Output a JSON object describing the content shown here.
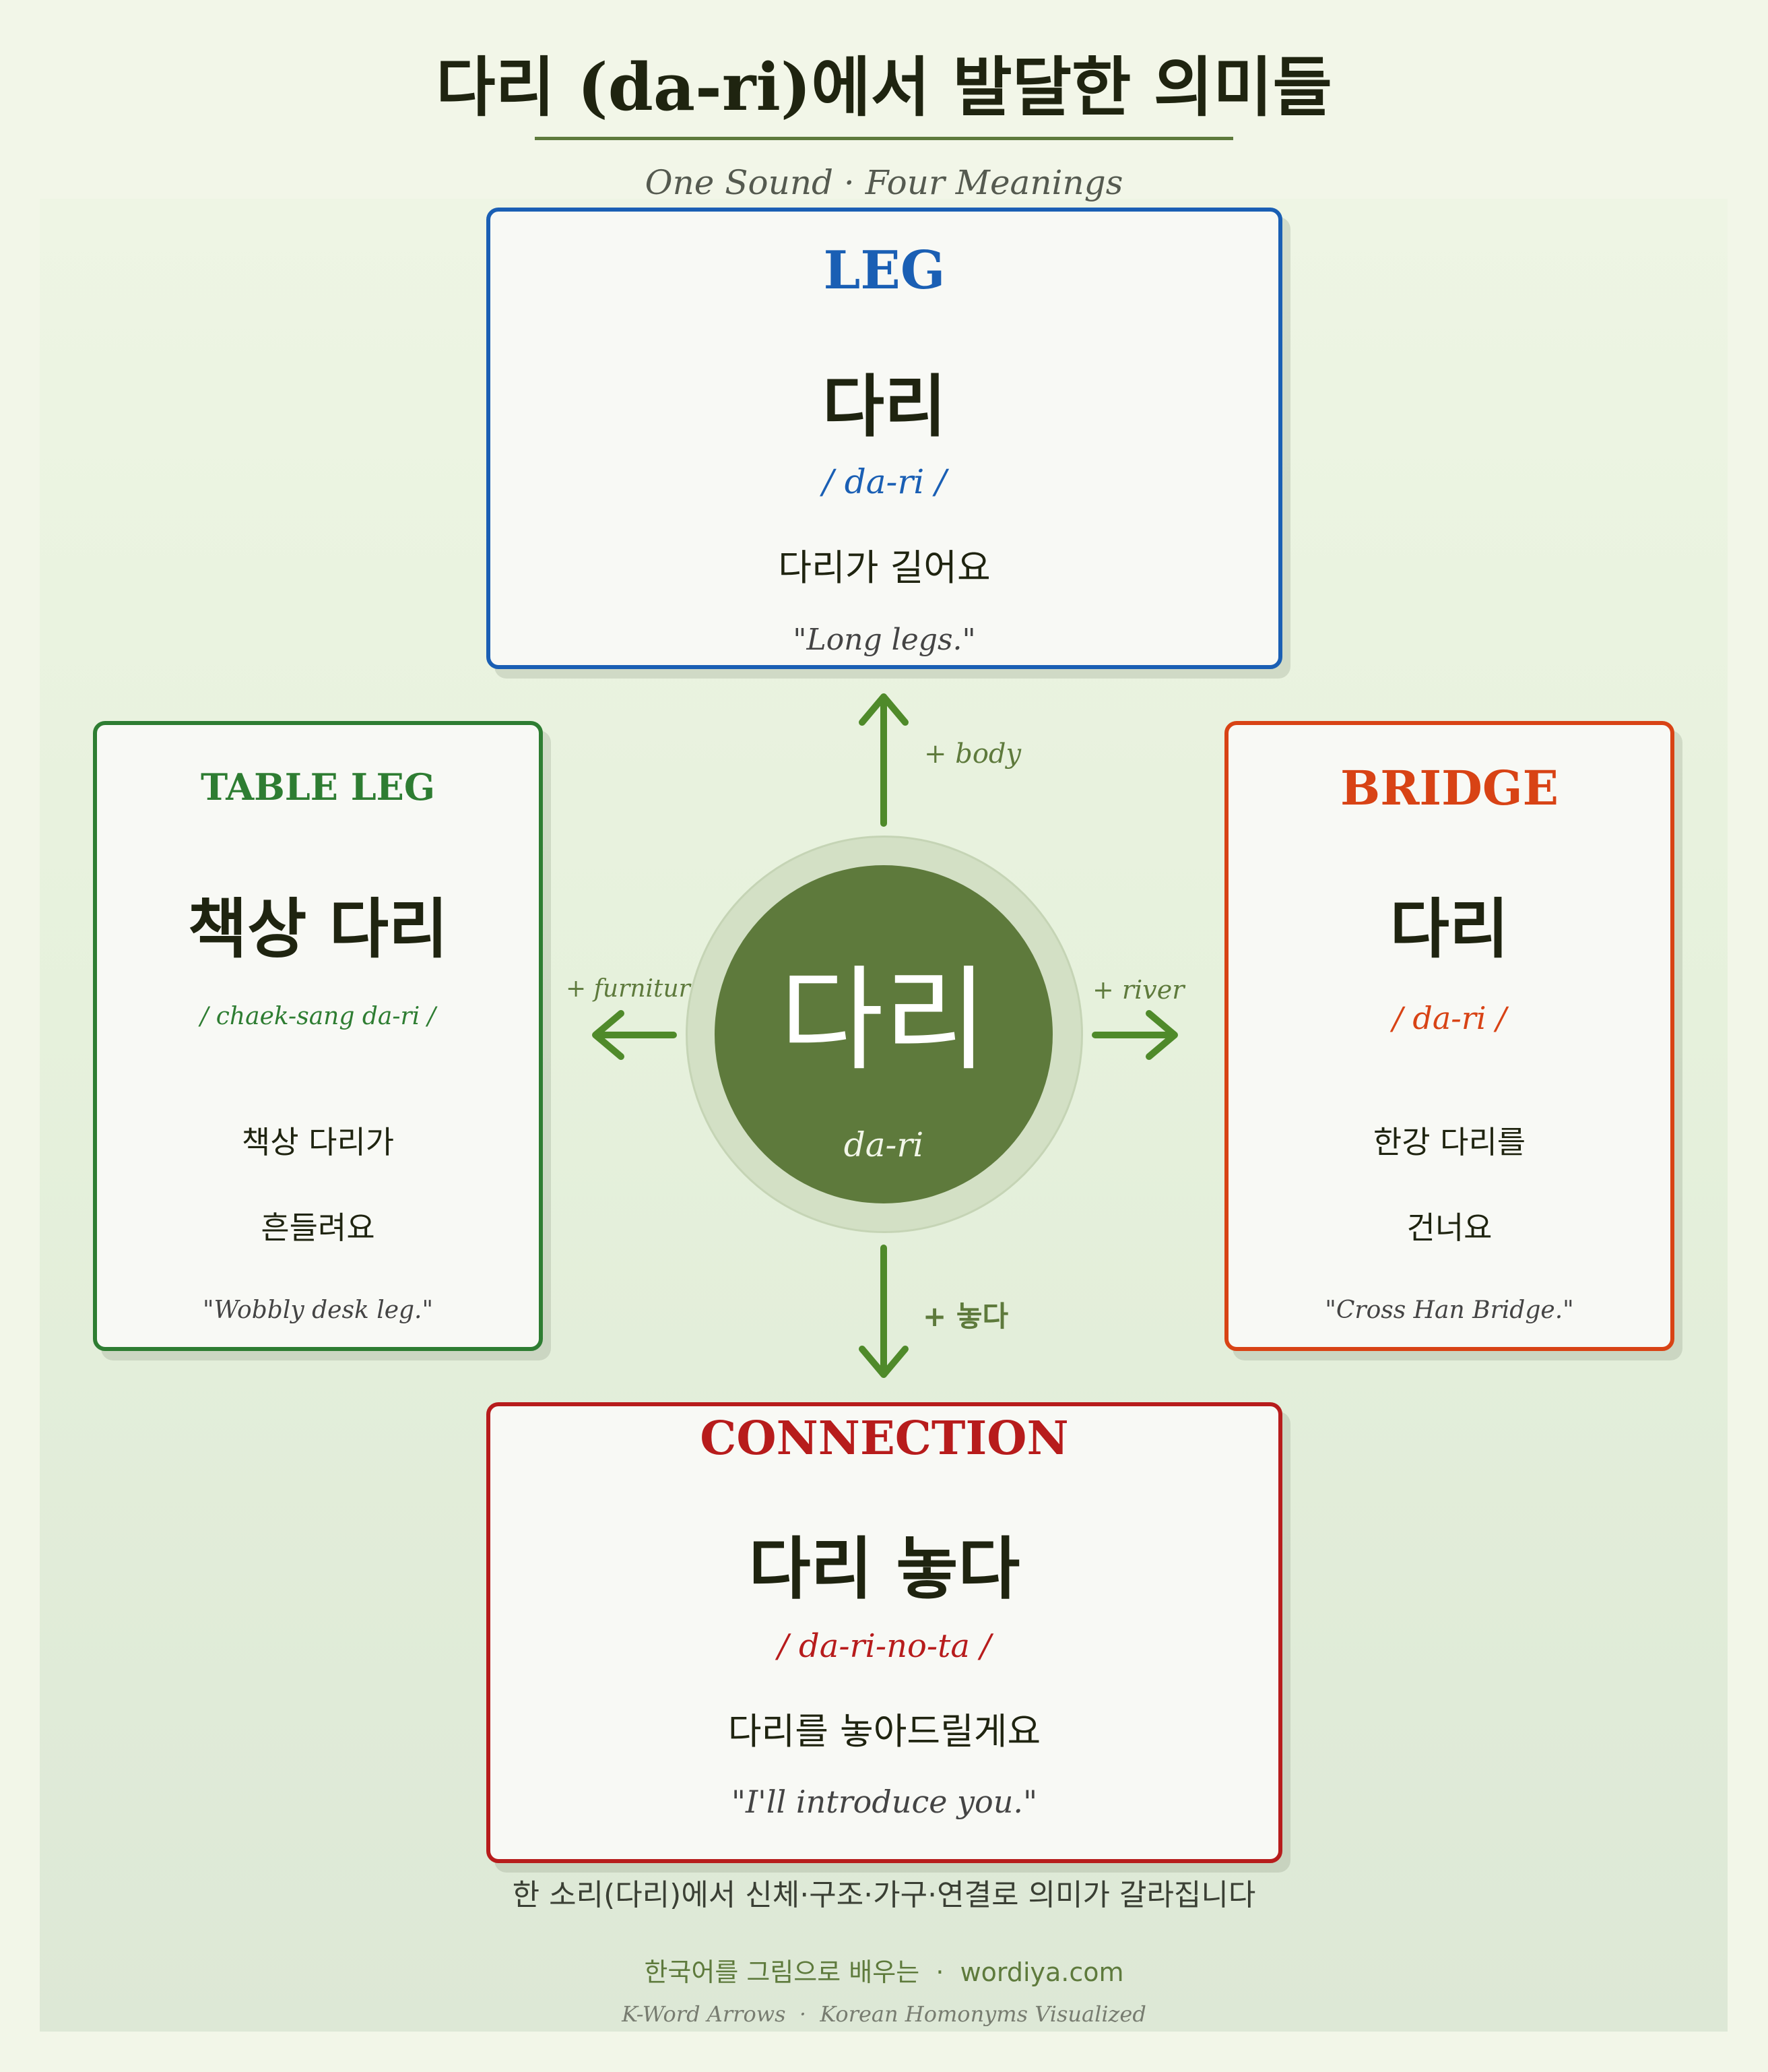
{
  "title": "다리 (da-ri)에서 발달한 의미들",
  "subtitle": "One Sound · Four Meanings",
  "colors": {
    "background": "#f2f6e8",
    "accent_green": "#5e7a3c",
    "leg_blue": "#1a5fb4",
    "table_green": "#2e7d32",
    "bridge_orange": "#d84315",
    "connection_red": "#b71c1c"
  },
  "center": {
    "word": "다리",
    "romanization": "da-ri"
  },
  "cards": {
    "leg": {
      "header": "LEG",
      "word": "다리",
      "romanization": "/ da-ri /",
      "example": "다리가 길어요",
      "translation": "\"Long legs.\""
    },
    "table_leg": {
      "header": "TABLE LEG",
      "word": "책상 다리",
      "romanization": "/ chaek-sang da-ri /",
      "example_line1": "책상 다리가",
      "example_line2": "흔들려요",
      "translation": "\"Wobbly desk leg.\""
    },
    "bridge": {
      "header": "BRIDGE",
      "word": "다리",
      "romanization": "/ da-ri /",
      "example_line1": "한강 다리를",
      "example_line2": "건너요",
      "translation": "\"Cross Han Bridge.\""
    },
    "connection": {
      "header": "CONNECTION",
      "word": "다리 놓다",
      "romanization": "/ da-ri-no-ta /",
      "example": "다리를 놓아드릴게요",
      "translation": "\"I'll introduce you.\""
    }
  },
  "arrow_labels": {
    "up": "+ body",
    "left": "+ furniture",
    "right": "+ river",
    "down": "+ 놓다"
  },
  "caption": "한 소리(다리)에서 신체·구조·가구·연결로 의미가 갈라집니다",
  "footer": {
    "brand_line": "한국어를 그림으로 배우는  ·  wordiya.com",
    "series_line": "K-Word Arrows  ·  Korean Homonyms Visualized"
  }
}
